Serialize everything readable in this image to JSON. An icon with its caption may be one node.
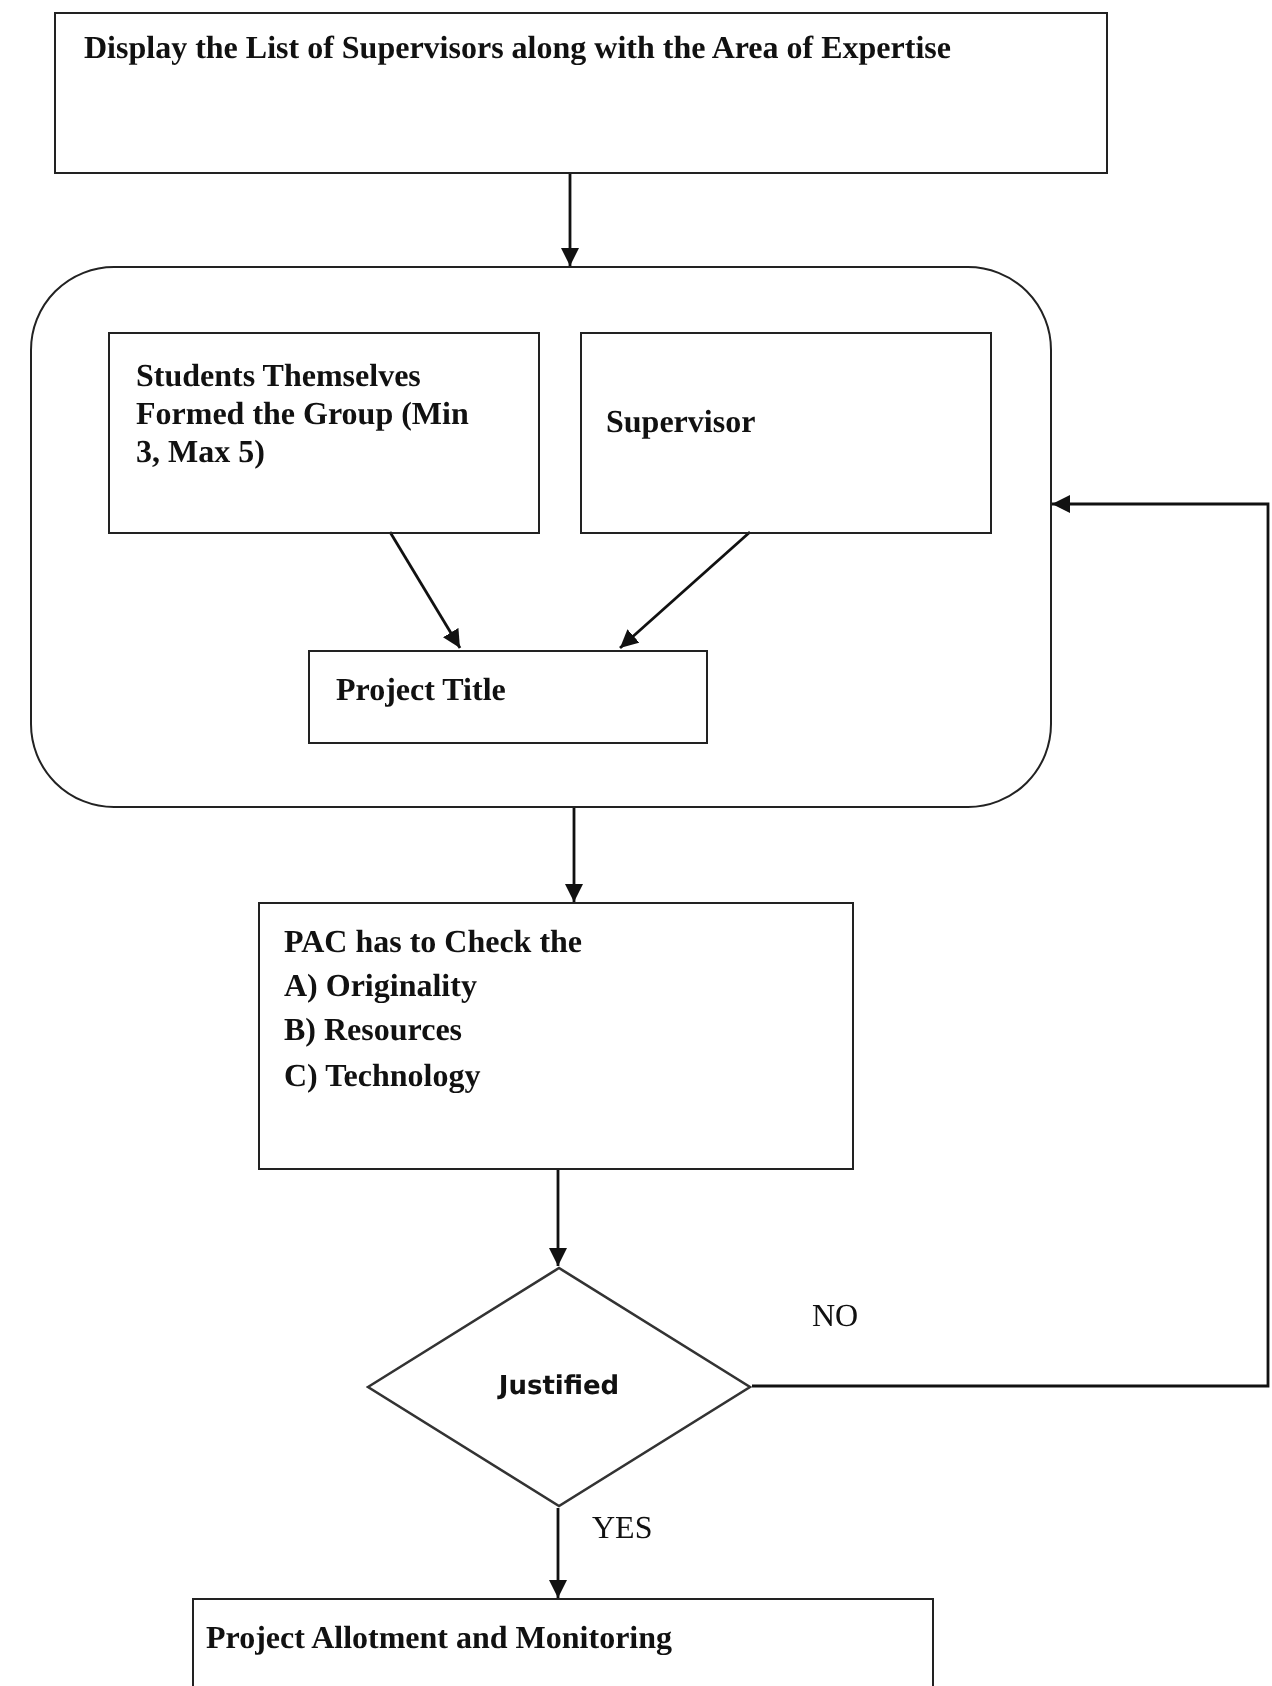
{
  "diagram": {
    "nodes": [
      {
        "text": [
          "Display the List of Supervisors along with the Area of Expertise"
        ]
      },
      {
        "text": [],
        "shape": "box"
      },
      {
        "text": [
          "Students Themselves Formed the Group (Min 3, Max 5)"
        ],
        "in": 1
      },
      {
        "text": [
          "Supervisor"
        ],
        "in": 1
      },
      {
        "text": [
          "Project Title"
        ],
        "in": 1
      },
      {
        "text": [
          "PAC has to Check the",
          "A) Originality",
          "B) Resources",
          "C) Technology"
        ]
      },
      {
        "text": [
          "Justified"
        ]
      },
      {
        "text": [
          "Project Allotment and Monitoring"
        ]
      }
    ],
    "edges": [
      {
        "from": 0,
        "to": 1,
        "arrow": "to"
      },
      {
        "from": 2,
        "to": 4,
        "arrow": "to"
      },
      {
        "from": 3,
        "to": 4,
        "arrow": "to"
      },
      {
        "from": 1,
        "to": 5,
        "arrow": "to"
      },
      {
        "from": 5,
        "to": 6,
        "arrow": "to"
      },
      {
        "from": 6,
        "to": 7,
        "label": "YES",
        "arrow": "to"
      },
      {
        "from": 6,
        "to": 1,
        "label": "NO",
        "arrow": "to"
      }
    ]
  }
}
